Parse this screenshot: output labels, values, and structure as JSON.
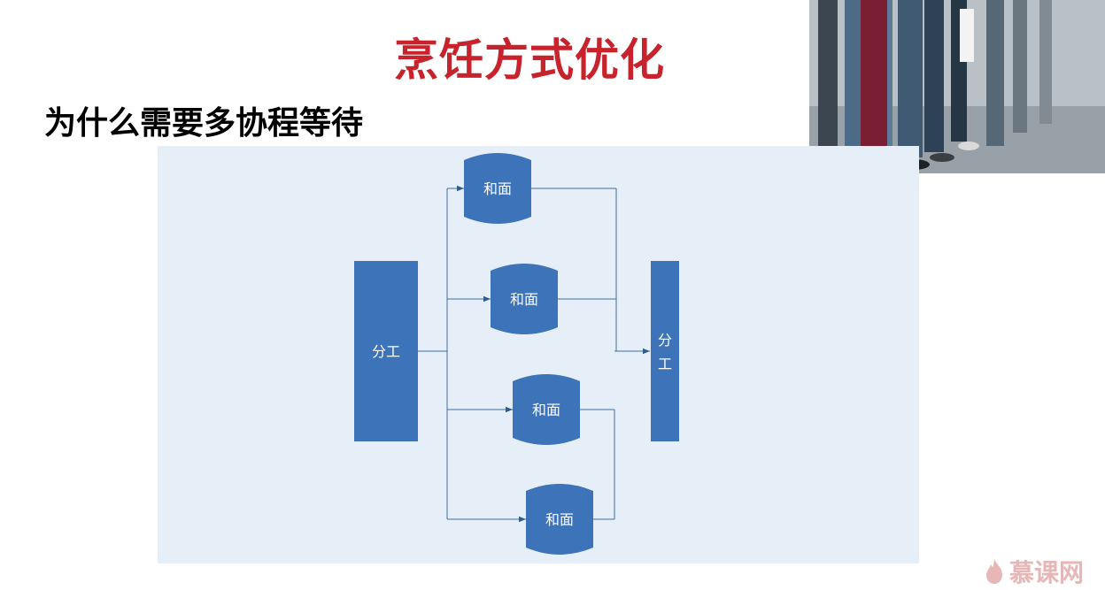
{
  "slide": {
    "title": "烹饪方式优化",
    "subtitle": "为什么需要多协程等待"
  },
  "diagram": {
    "source_node": "分工",
    "sink_node": "分工",
    "tasks": [
      "和面",
      "和面",
      "和面",
      "和面"
    ]
  },
  "watermark": {
    "brand": "慕课网",
    "icon": "flame-icon"
  },
  "colors": {
    "title": "#c8232c",
    "node_fill": "#3d73b9",
    "panel_bg": "#e6eff8",
    "connector": "#3d6e9e"
  }
}
